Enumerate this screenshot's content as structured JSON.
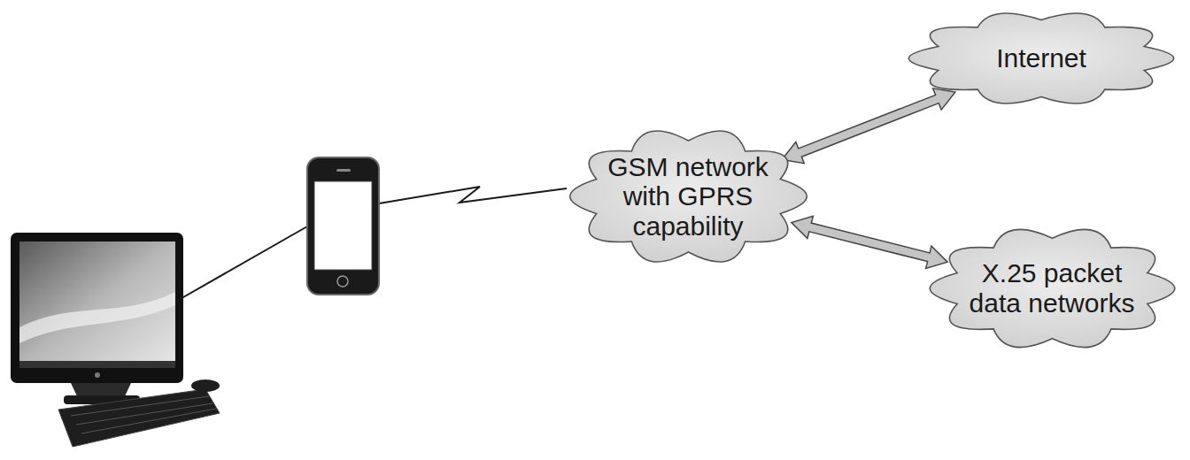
{
  "diagram": {
    "nodes": [
      {
        "text": [
          "GSM network with GPRS capability"
        ]
      },
      {
        "text": [
          "Internet"
        ]
      },
      {
        "text": [
          "X.25 packet data networks"
        ]
      }
    ],
    "edges": [
      {
        "from": 0,
        "to": 1,
        "arrow": "both"
      },
      {
        "from": 0,
        "to": 2,
        "arrow": "both"
      }
    ]
  }
}
